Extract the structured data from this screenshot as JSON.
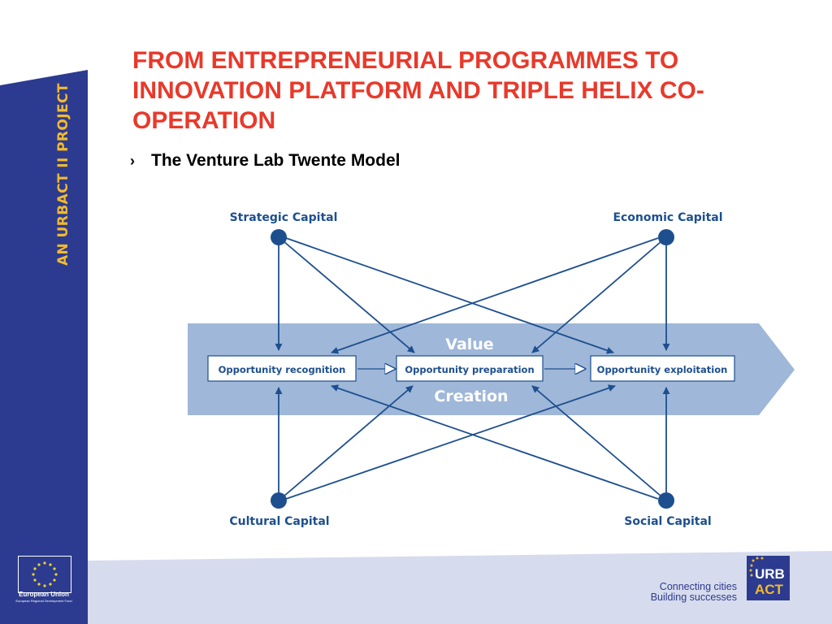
{
  "sidebar": {
    "project_label": "AN URBACT II PROJECT"
  },
  "slide": {
    "title": "FROM ENTREPRENEURIAL PROGRAMMES TO INNOVATION PLATFORM AND TRIPLE HELIX CO-OPERATION",
    "bullet_glyph": "›",
    "subtitle": "The Venture Lab Twente Model"
  },
  "diagram": {
    "arrow_words": [
      "Value",
      "Creation"
    ],
    "capitals": {
      "strategic": "Strategic Capital",
      "economic": "Economic Capital",
      "cultural": "Cultural Capital",
      "social": "Social Capital"
    },
    "stages": [
      "Opportunity recognition",
      "Opportunity preparation",
      "Opportunity exploitation"
    ]
  },
  "footer": {
    "eu_label": "European Union",
    "eu_sub": "European Regional Development Fund",
    "tagline_1": "Connecting cities",
    "tagline_2": "Building successes",
    "logo_top": "URB",
    "logo_bottom": "ACT"
  },
  "colors": {
    "sidebar_blue": "#2c3b8f",
    "title_red": "#e8392b",
    "accent_gold": "#f2b92e",
    "diagram_blue": "#1d4f8f",
    "band_blue": "#9fb7d8"
  }
}
